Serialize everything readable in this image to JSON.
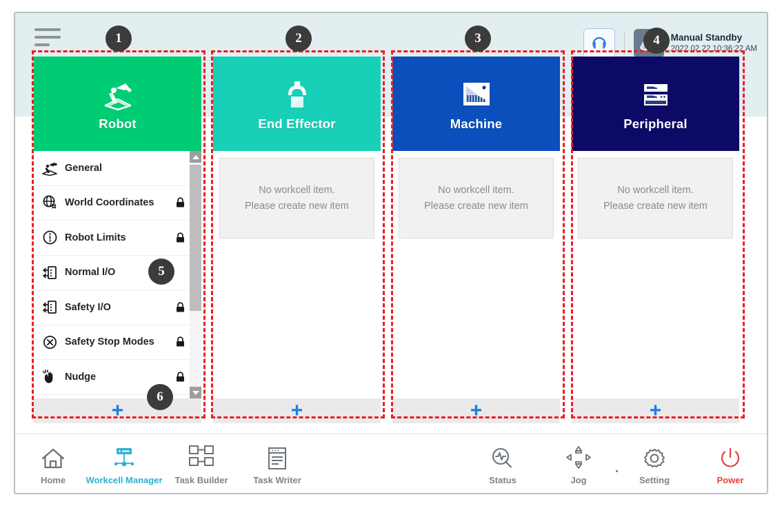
{
  "header": {
    "menu_icon": "hamburger-menu-icon",
    "reset_icon": "reset-circular-arrow-icon",
    "mode_icon": "manual-hand-icon",
    "mode_title": "Manual Standby",
    "mode_date": "2022.02.22 10:36:22 AM"
  },
  "panels": [
    {
      "id": "robot",
      "title": "Robot",
      "icon": "robot-arm-icon",
      "color": "#00cc74",
      "add_label": "+",
      "has_list": true,
      "items": [
        {
          "label": "General",
          "icon": "robot-arm-icon",
          "locked": false
        },
        {
          "label": "World Coordinates",
          "icon": "globe-axes-icon",
          "locked": true
        },
        {
          "label": "Robot Limits",
          "icon": "limits-circle-icon",
          "locked": true
        },
        {
          "label": "Normal I/O",
          "icon": "io-port-icon",
          "locked": false
        },
        {
          "label": "Safety I/O",
          "icon": "io-port-icon",
          "locked": true
        },
        {
          "label": "Safety Stop Modes",
          "icon": "stop-octagon-icon",
          "locked": true
        },
        {
          "label": "Nudge",
          "icon": "hand-nudge-icon",
          "locked": true
        }
      ]
    },
    {
      "id": "end-effector",
      "title": "End Effector",
      "icon": "gripper-icon",
      "color": "#18cfb8",
      "add_label": "+",
      "has_list": false,
      "empty_line1": "No workcell item.",
      "empty_line2": "Please create new item"
    },
    {
      "id": "machine",
      "title": "Machine",
      "icon": "machine-icon",
      "color": "#0a4fbc",
      "add_label": "+",
      "has_list": false,
      "empty_line1": "No workcell item.",
      "empty_line2": "Please create new item"
    },
    {
      "id": "peripheral",
      "title": "Peripheral",
      "icon": "peripheral-rack-icon",
      "color": "#0c0a66",
      "add_label": "+",
      "has_list": false,
      "empty_line1": "No workcell item.",
      "empty_line2": "Please create new item"
    }
  ],
  "bottom_nav": [
    {
      "label": "Home",
      "icon": "home-icon",
      "active": false,
      "power": false
    },
    {
      "label": "Workcell Manager",
      "icon": "workcell-manager-icon",
      "active": true,
      "power": false
    },
    {
      "label": "Task Builder",
      "icon": "task-builder-icon",
      "active": false,
      "power": false
    },
    {
      "label": "Task Writer",
      "icon": "task-writer-icon",
      "active": false,
      "power": false
    },
    {
      "label": "Status",
      "icon": "status-magnifier-icon",
      "active": false,
      "power": false
    },
    {
      "label": "Jog",
      "icon": "jog-dpad-icon",
      "active": false,
      "power": false
    },
    {
      "label": "Setting",
      "icon": "gear-icon",
      "active": false,
      "power": false
    },
    {
      "label": "Power",
      "icon": "power-icon",
      "active": false,
      "power": true
    }
  ],
  "annotations": [
    {
      "n": "1"
    },
    {
      "n": "2"
    },
    {
      "n": "3"
    },
    {
      "n": "4"
    },
    {
      "n": "5"
    },
    {
      "n": "6"
    }
  ],
  "colors": {
    "annotation": "#ee1b20",
    "accent_blue": "#1a7fe0",
    "active_nav": "#2bb2d4",
    "power_red": "#e8413a",
    "header_band": "#e2eef0"
  }
}
